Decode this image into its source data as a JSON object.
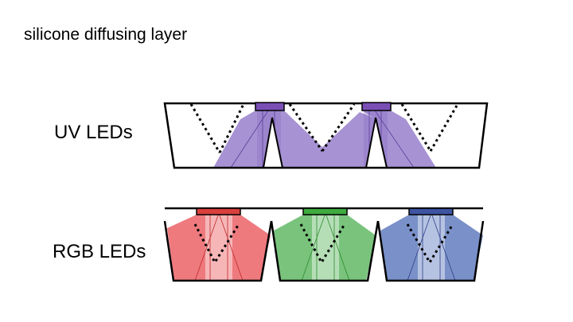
{
  "title": "silicone diffusing layer",
  "uv": {
    "label": "UV LEDs",
    "color": "#8a6dc4",
    "led_color": "#7a4fb5"
  },
  "rgb": {
    "label": "RGB LEDs",
    "leds": [
      {
        "name": "red",
        "color": "#ee7a7e",
        "led_color": "#d9403d"
      },
      {
        "name": "green",
        "color": "#79c37c",
        "led_color": "#3eab3f"
      },
      {
        "name": "blue",
        "color": "#7a90c8",
        "led_color": "#3e54a2"
      }
    ]
  }
}
